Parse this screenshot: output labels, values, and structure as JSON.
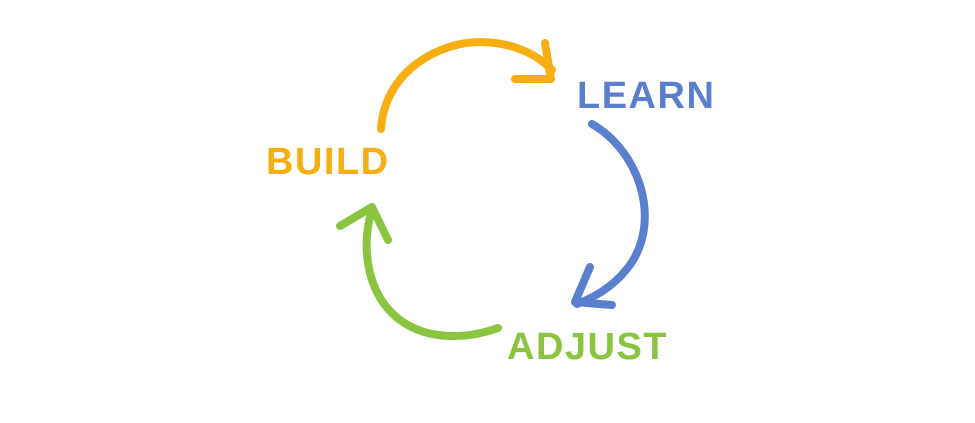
{
  "steps": [
    {
      "label": "BUILD",
      "color": "#F7AE11"
    },
    {
      "label": "LEARN",
      "color": "#5B7FCF"
    },
    {
      "label": "ADJUST",
      "color": "#8BC540"
    }
  ],
  "arrows": [
    {
      "from": "BUILD",
      "to": "LEARN",
      "color": "#F7AE11",
      "icon": "curved-arrow-icon"
    },
    {
      "from": "LEARN",
      "to": "ADJUST",
      "color": "#5B7FCF",
      "icon": "curved-arrow-icon"
    },
    {
      "from": "ADJUST",
      "to": "BUILD",
      "color": "#8BC540",
      "icon": "curved-arrow-icon"
    }
  ]
}
